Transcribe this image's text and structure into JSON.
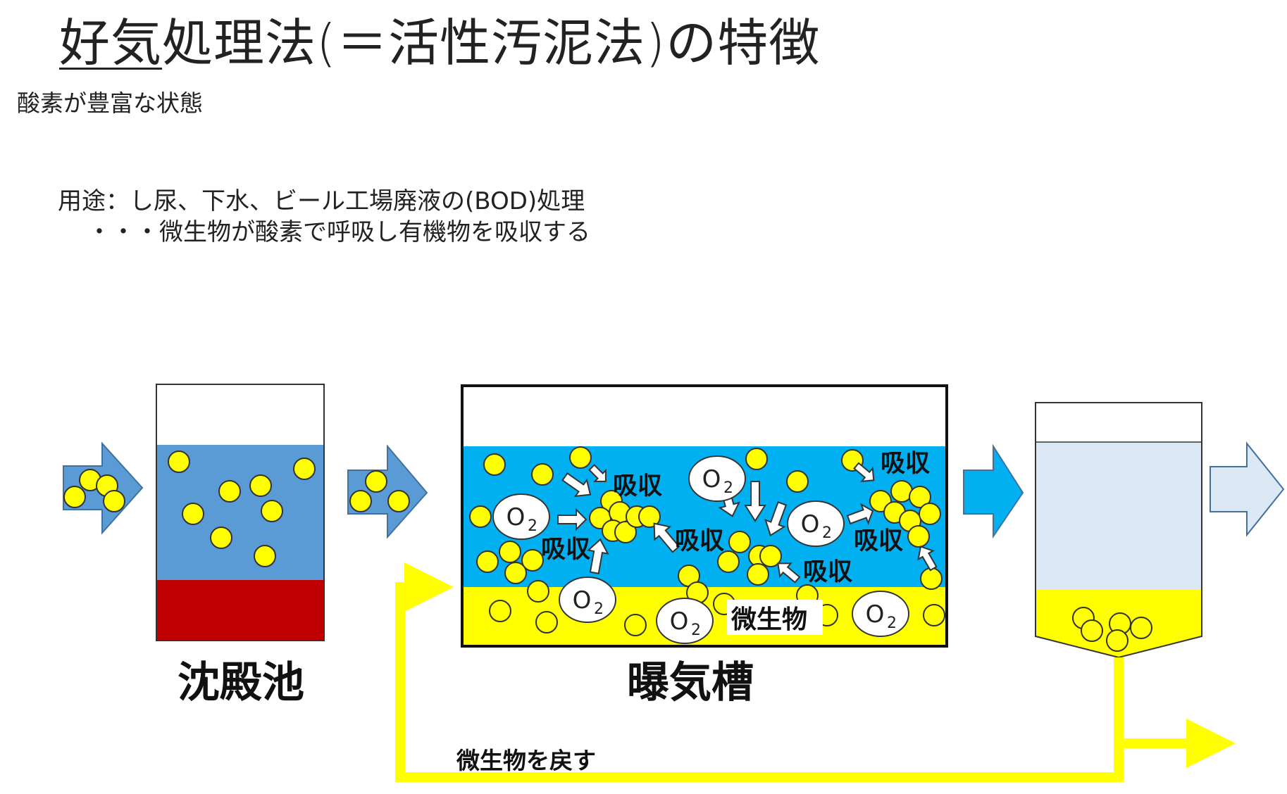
{
  "title": {
    "underlined": "好気",
    "rest": "処理法(＝活性汚泥法)の特徴"
  },
  "subtitle": "酸素が豊富な状態",
  "usage": {
    "line1": "用途：し尿、下水、ビール工場廃液の(BOD)処理",
    "line2": "・・・微生物が酸素で呼吸し有機物を吸収する"
  },
  "labels": {
    "settling_tank": "沈殿池",
    "aeration_tank": "曝気槽",
    "microbes": "微生物",
    "return_microbes": "微生物を戻す",
    "absorb": "吸収",
    "oxygen": "O",
    "oxygen_sub": "2"
  },
  "colors": {
    "settling_water": "#5b9bd5",
    "sludge": "#c00000",
    "aeration_water": "#00b0f0",
    "microbe_layer": "#ffff00",
    "microbe": "#ffff00",
    "clarifier_water": "#dce9f5",
    "flow_arrow": "#5b9bd5",
    "flow_arrow_bright": "#00b0f0",
    "flow_arrow_light": "#dce9f5",
    "return_line": "#ffff00"
  }
}
